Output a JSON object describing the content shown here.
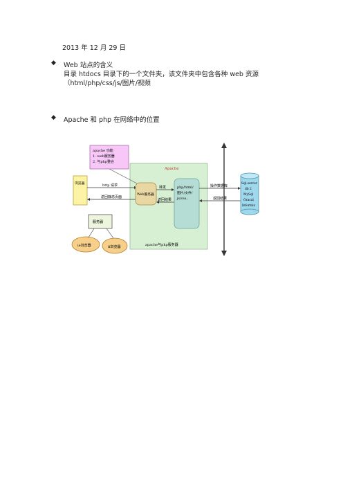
{
  "doc": {
    "date": "2013 年 12 月 29 日",
    "section1": {
      "bullet_icon": "diamond-bullet",
      "heading": "Web  站点的含义",
      "line1": "目录 htdocs 目录下的一个文件夹，该文件夹中包含各种 web 资源",
      "line2": "（html/php/css/js/图片/视频"
    },
    "section2": {
      "bullet_icon": "diamond-bullet",
      "heading": "Apache 和 php 在网络中的位置"
    }
  },
  "diagram": {
    "note_line1": "apache 功能",
    "note_line2": "1. web服务器",
    "note_line3": "2. 与php整合",
    "apache_label": "Apache",
    "browser_label": "浏览器",
    "http_request": "http 请求",
    "return_page": "返回静态页面",
    "web_server": "Web服务器",
    "forward": "转发",
    "return_result": "返回结果",
    "php_line1": "php/html/",
    "php_line2": "图片/文件/",
    "php_line3": "js/css..",
    "db_op": "操作数据库",
    "db_return": "返回结果",
    "db_line1": "Sql-server",
    "db_line2": "db 2",
    "db_line3": "MySql",
    "db_line4": "Oracal",
    "db_line5": "Informix",
    "server_label": "服务器",
    "ie_label": "ie浏览器",
    "ff_label": "ff浏览器",
    "caption": "apache与php服务器",
    "colors": {
      "note_fill": "#f7c8f7",
      "apache_fill": "#d7f0d3",
      "browser_fill": "#fdf3a4",
      "webserver_fill": "#e8d7a2",
      "php_fill": "#b5ddd5",
      "db_fill": "#9fd8ec",
      "ellipse_fill": "#f6d08a",
      "server_fill": "#eef5df"
    }
  }
}
